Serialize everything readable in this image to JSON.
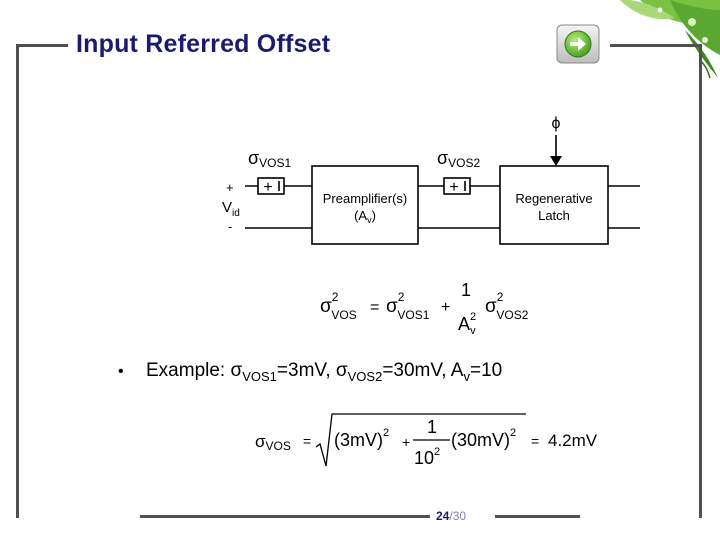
{
  "slide": {
    "title": "Input Referred Offset",
    "page_current": "24",
    "page_sep": "/",
    "page_total": "30"
  },
  "diagram": {
    "phi": "ϕ",
    "sigma1_sym": "σ",
    "sigma1_sub": "VOS1",
    "sigma2_sym": "σ",
    "sigma2_sub": "VOS2",
    "plus_sign": "+",
    "minus_sign": "-",
    "vid_main": "V",
    "vid_sub": "id",
    "preamp_line1": "Preamplifier(s)",
    "preamp_line2_a": "(A",
    "preamp_line2_sub": "v",
    "preamp_line2_b": ")",
    "latch_line1": "Regenerative",
    "latch_line2": "Latch"
  },
  "formula": {
    "lhs_sym": "σ",
    "lhs_sup": "2",
    "lhs_sub": "VOS",
    "eq": "=",
    "t1_sym": "σ",
    "t1_sup": "2",
    "t1_sub": "VOS1",
    "plus": "+",
    "frac_num": "1",
    "frac_den": "A",
    "frac_den_sup": "2",
    "frac_den_sub": "v",
    "t2_sym": "σ",
    "t2_sup": "2",
    "t2_sub": "VOS2"
  },
  "example": {
    "bullet": "•",
    "label": "Example: ",
    "s1_sym": "σ",
    "s1_sub": "VOS1",
    "s1_val": "=3mV, ",
    "s2_sym": "σ",
    "s2_sub": "VOS2",
    "s2_val": "=30mV, A",
    "av_sub": "v",
    "av_val": "=10"
  },
  "result": {
    "lhs_sym": "σ",
    "lhs_sub": "VOS",
    "eq": "=",
    "term1": "(3mV)",
    "term1_sup": "2",
    "plus": "+",
    "frac_num": "1",
    "frac_den": "10",
    "frac_den_sup": "2",
    "term2": "(30mV)",
    "term2_sup": "2",
    "eq2": "=",
    "value": "4.2mV"
  }
}
